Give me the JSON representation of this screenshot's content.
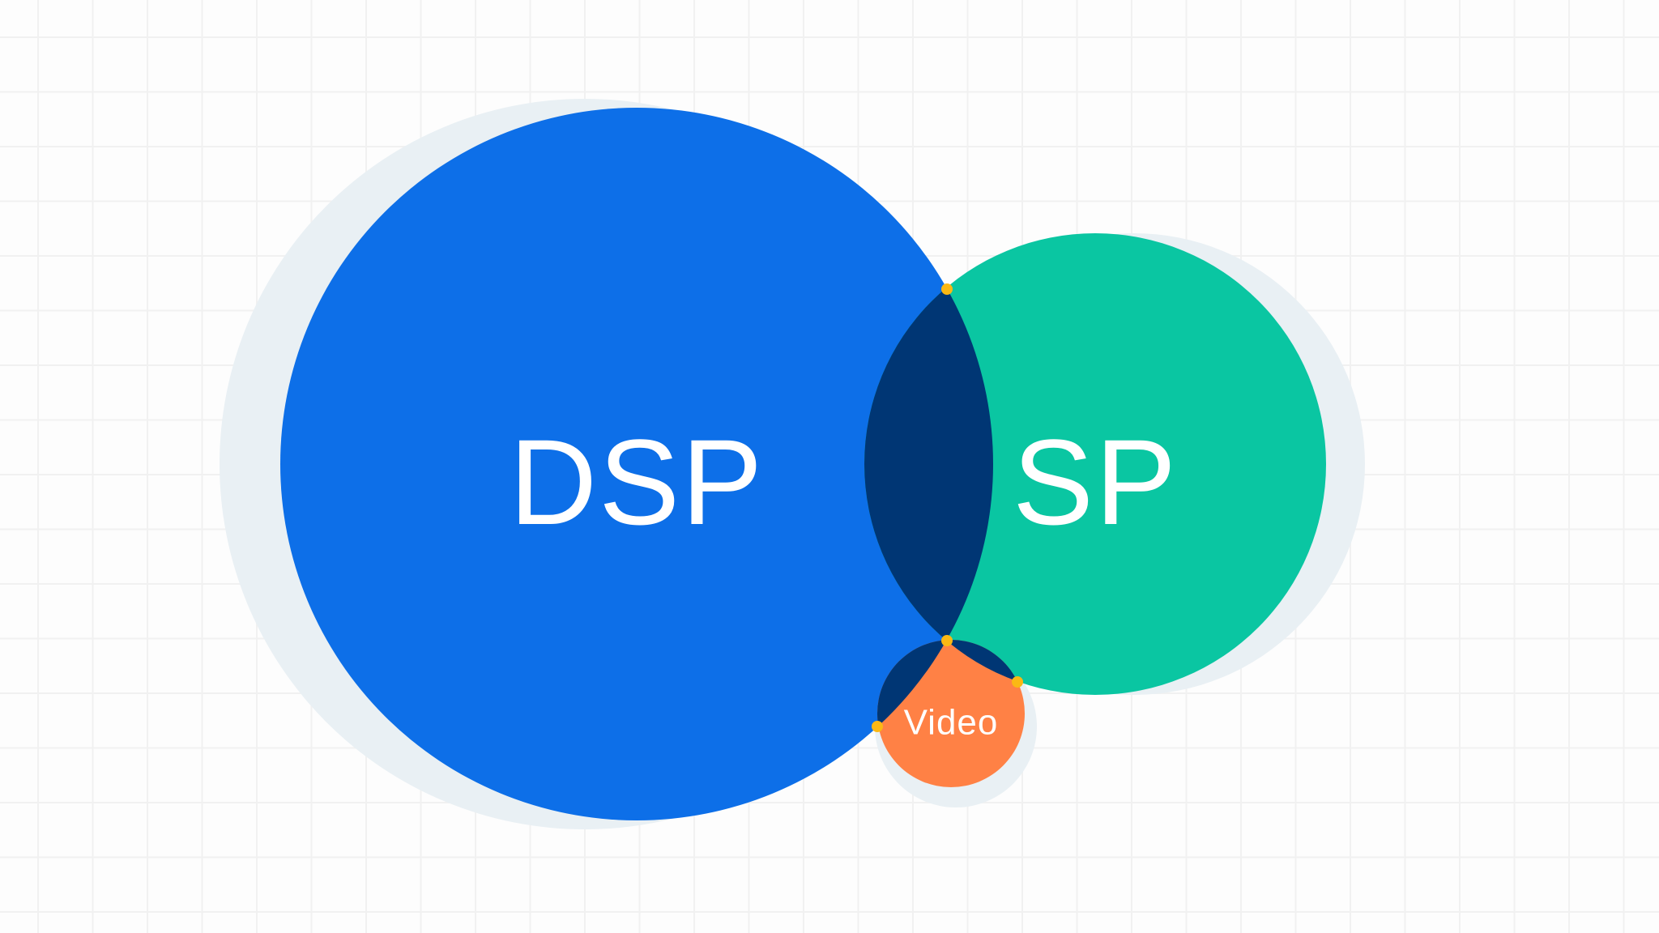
{
  "diagram": {
    "type": "venn",
    "sets": [
      {
        "id": "dsp",
        "label": "DSP",
        "color": "#0d6fe8"
      },
      {
        "id": "sp",
        "label": "SP",
        "color": "#0ac6a2"
      },
      {
        "id": "video",
        "label": "Video",
        "color": "#ff8145"
      }
    ],
    "colors": {
      "background": "#fdfdfd",
      "grid_line": "#f1f1f1",
      "shadow": "#e9f0f4",
      "overlap": "#003674",
      "intersection_point": "#fbb814"
    }
  }
}
